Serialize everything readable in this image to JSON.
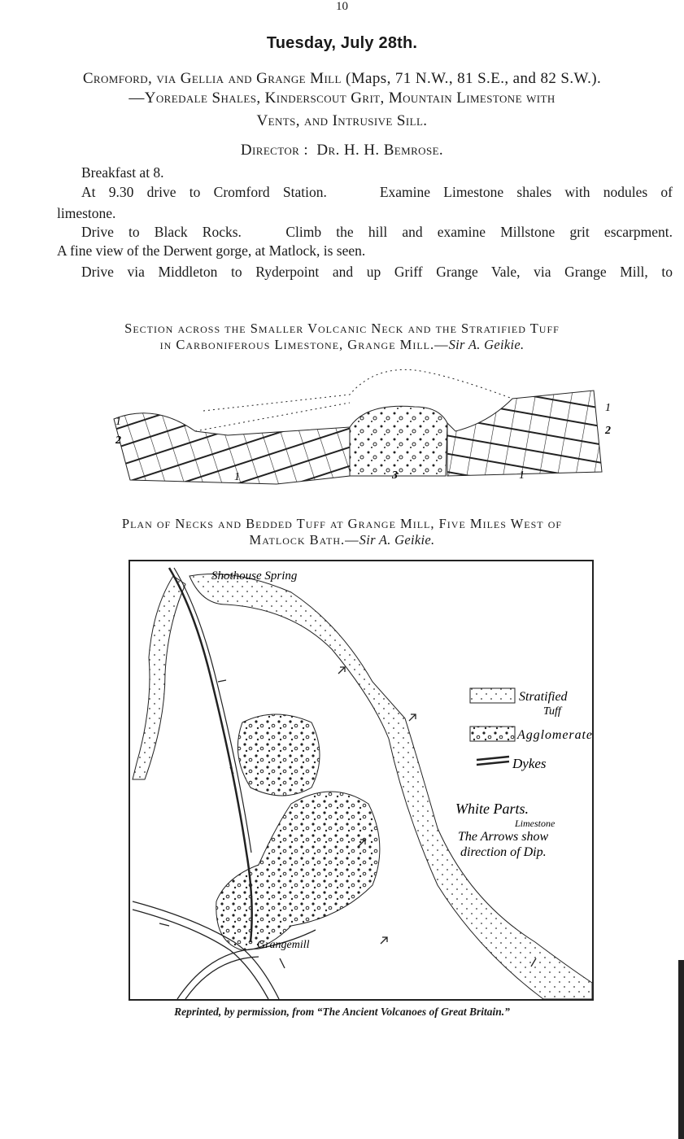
{
  "page_number": "10",
  "title": "Tuesday, July 28th.",
  "excursion": {
    "line1_sc": "Cromford, via Gellia and Grange Mill",
    "line1_maps": " (Maps, 71 N.W., 81 S.E., and 82 S.W.).",
    "line2": "—Yoredale Shales, Kinderscout Grit, Mountain Limestone with",
    "line3": "Vents, and Intrusive Sill.",
    "director_label": "Director :",
    "director_name": "Dr. H. H. Bemrose."
  },
  "body_lines": [
    "Breakfast at 8.",
    "At 9.30 drive to Cromford Station.    Examine Limestone shales with nodules of",
    "limestone.",
    "Drive to Black Rocks.   Climb the hill and examine Millstone grit escarpment.",
    "A fine view of the Derwent gorge, at Matlock, is seen.",
    "Drive via Middleton to Ryderpoint and up Griff Grange Vale, via Grange Mill, to"
  ],
  "section_figure": {
    "caption_line1": "Section across the Smaller Volcanic Neck and the Stratified Tuff",
    "caption_line2": "in Carboniferous Limestone, Grange Mill.—",
    "caption_author": "Sir A. Geikie.",
    "labels": {
      "bed1_left": "1",
      "bed2_left": "2",
      "bed1_right": "1",
      "bed2_right": "2",
      "bottom_left": "1",
      "neck": "3",
      "bottom_right": "1"
    }
  },
  "plan_figure": {
    "caption_line1": "Plan of Necks and Bedded Tuff at Grange Mill, Five Miles West of",
    "caption_line2": "Matlock Bath.—",
    "caption_author": "Sir A. Geikie.",
    "place_labels": {
      "spring": "Shothouse Spring",
      "village": "Grangemill"
    },
    "legend": {
      "tuff_1": "Stratified",
      "tuff_2": "Tuff",
      "agglomerate": "Agglomerate",
      "dykes": "Dykes",
      "white_parts": "White Parts.",
      "limestone": "Limestone",
      "arrows_1": "The Arrows show",
      "arrows_2": "direction of Dip."
    }
  },
  "reprint_note": "Reprinted, by permission, from “The Ancient Volcanoes of Great Britain.”"
}
